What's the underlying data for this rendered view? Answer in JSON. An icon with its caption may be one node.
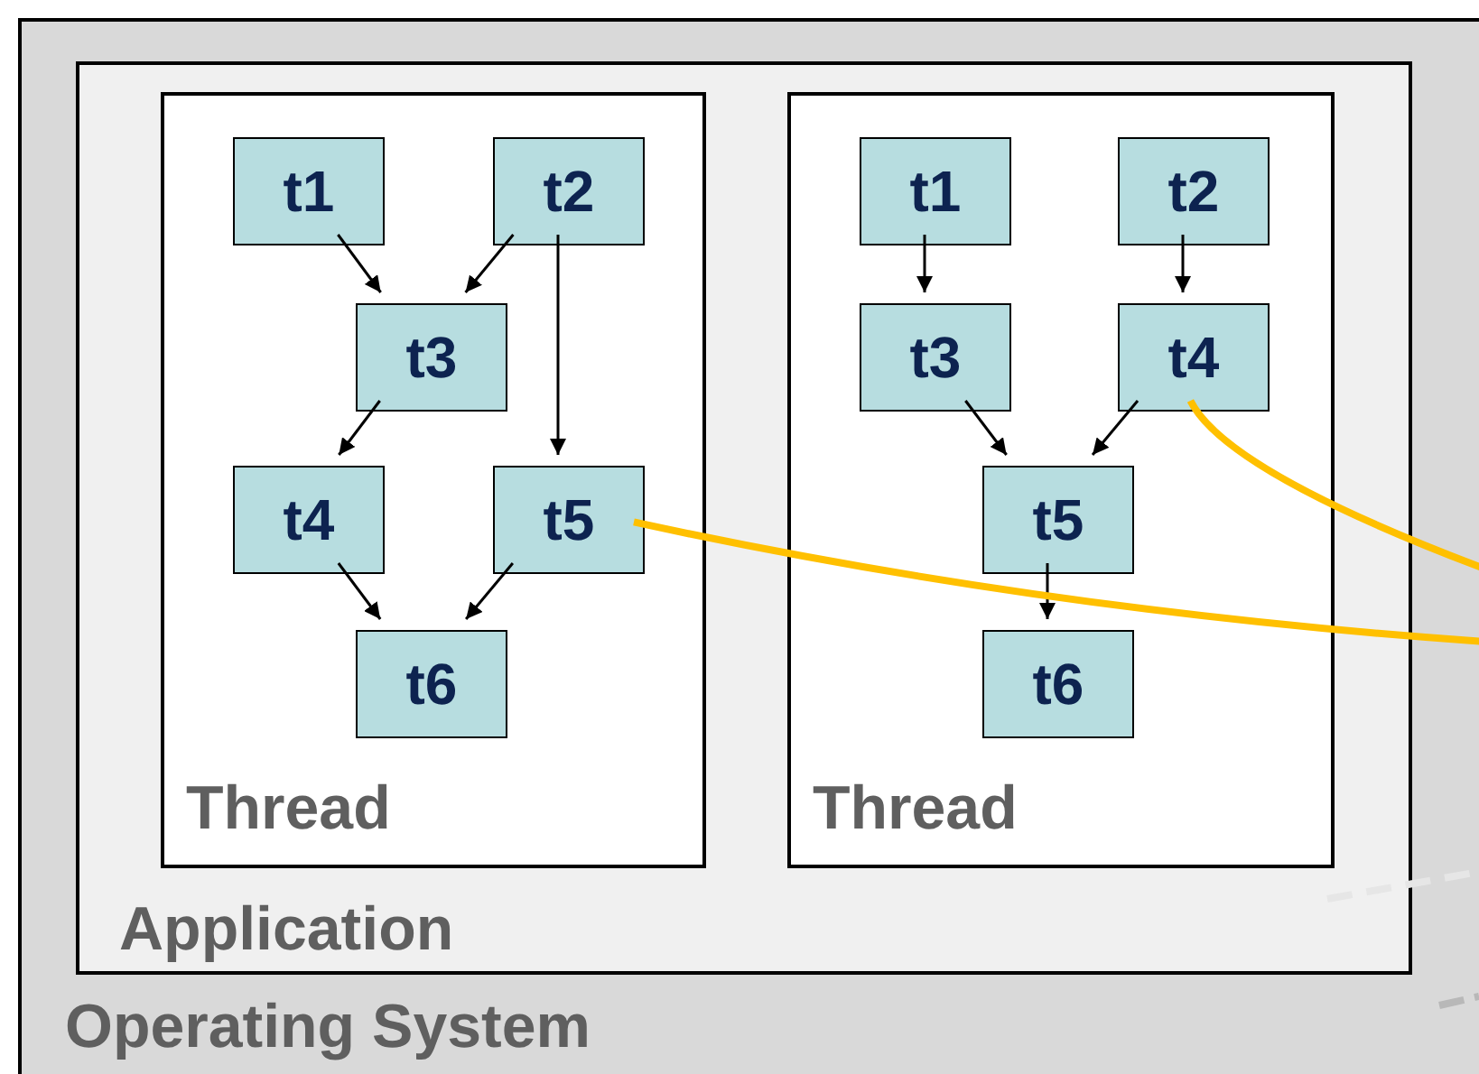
{
  "diagram": {
    "nodes": [
      {
        "text": [
          "Operating System"
        ]
      },
      {
        "text": [
          "Application"
        ],
        "in": 0
      },
      {
        "text": [
          "Thread"
        ],
        "in": 1
      },
      {
        "text": [
          "t1"
        ],
        "in": 2
      },
      {
        "text": [
          "t2"
        ],
        "in": 2
      },
      {
        "text": [
          "t3"
        ],
        "in": 2
      },
      {
        "text": [
          "t4"
        ],
        "in": 2
      },
      {
        "text": [
          "t5"
        ],
        "in": 2
      },
      {
        "text": [
          "t6"
        ],
        "in": 2
      },
      {
        "text": [
          "Thread"
        ],
        "in": 1
      },
      {
        "text": [
          "t1"
        ],
        "in": 9
      },
      {
        "text": [
          "t2"
        ],
        "in": 9
      },
      {
        "text": [
          "t3"
        ],
        "in": 9
      },
      {
        "text": [
          "t4"
        ],
        "in": 9
      },
      {
        "text": [
          "t5"
        ],
        "in": 9
      },
      {
        "text": [
          "t6"
        ],
        "in": 9
      }
    ],
    "edges": [
      {
        "from": 3,
        "to": 5,
        "arrow": "to"
      },
      {
        "from": 4,
        "to": 5,
        "arrow": "to"
      },
      {
        "from": 4,
        "to": 7,
        "arrow": "to"
      },
      {
        "from": 5,
        "to": 6,
        "arrow": "to"
      },
      {
        "from": 6,
        "to": 8,
        "arrow": "to"
      },
      {
        "from": 7,
        "to": 8,
        "arrow": "to"
      },
      {
        "from": 10,
        "to": 12,
        "arrow": "to"
      },
      {
        "from": 11,
        "to": 13,
        "arrow": "to"
      },
      {
        "from": 12,
        "to": 14,
        "arrow": "to"
      },
      {
        "from": 13,
        "to": 14,
        "arrow": "to"
      },
      {
        "from": 14,
        "to": 15,
        "arrow": "to"
      },
      {
        "from": 7,
        "to": null,
        "arrow": "none",
        "style": "thick",
        "color": "#ffc000"
      },
      {
        "from": 13,
        "to": null,
        "arrow": "none",
        "style": "thick",
        "color": "#ffc000"
      }
    ]
  }
}
